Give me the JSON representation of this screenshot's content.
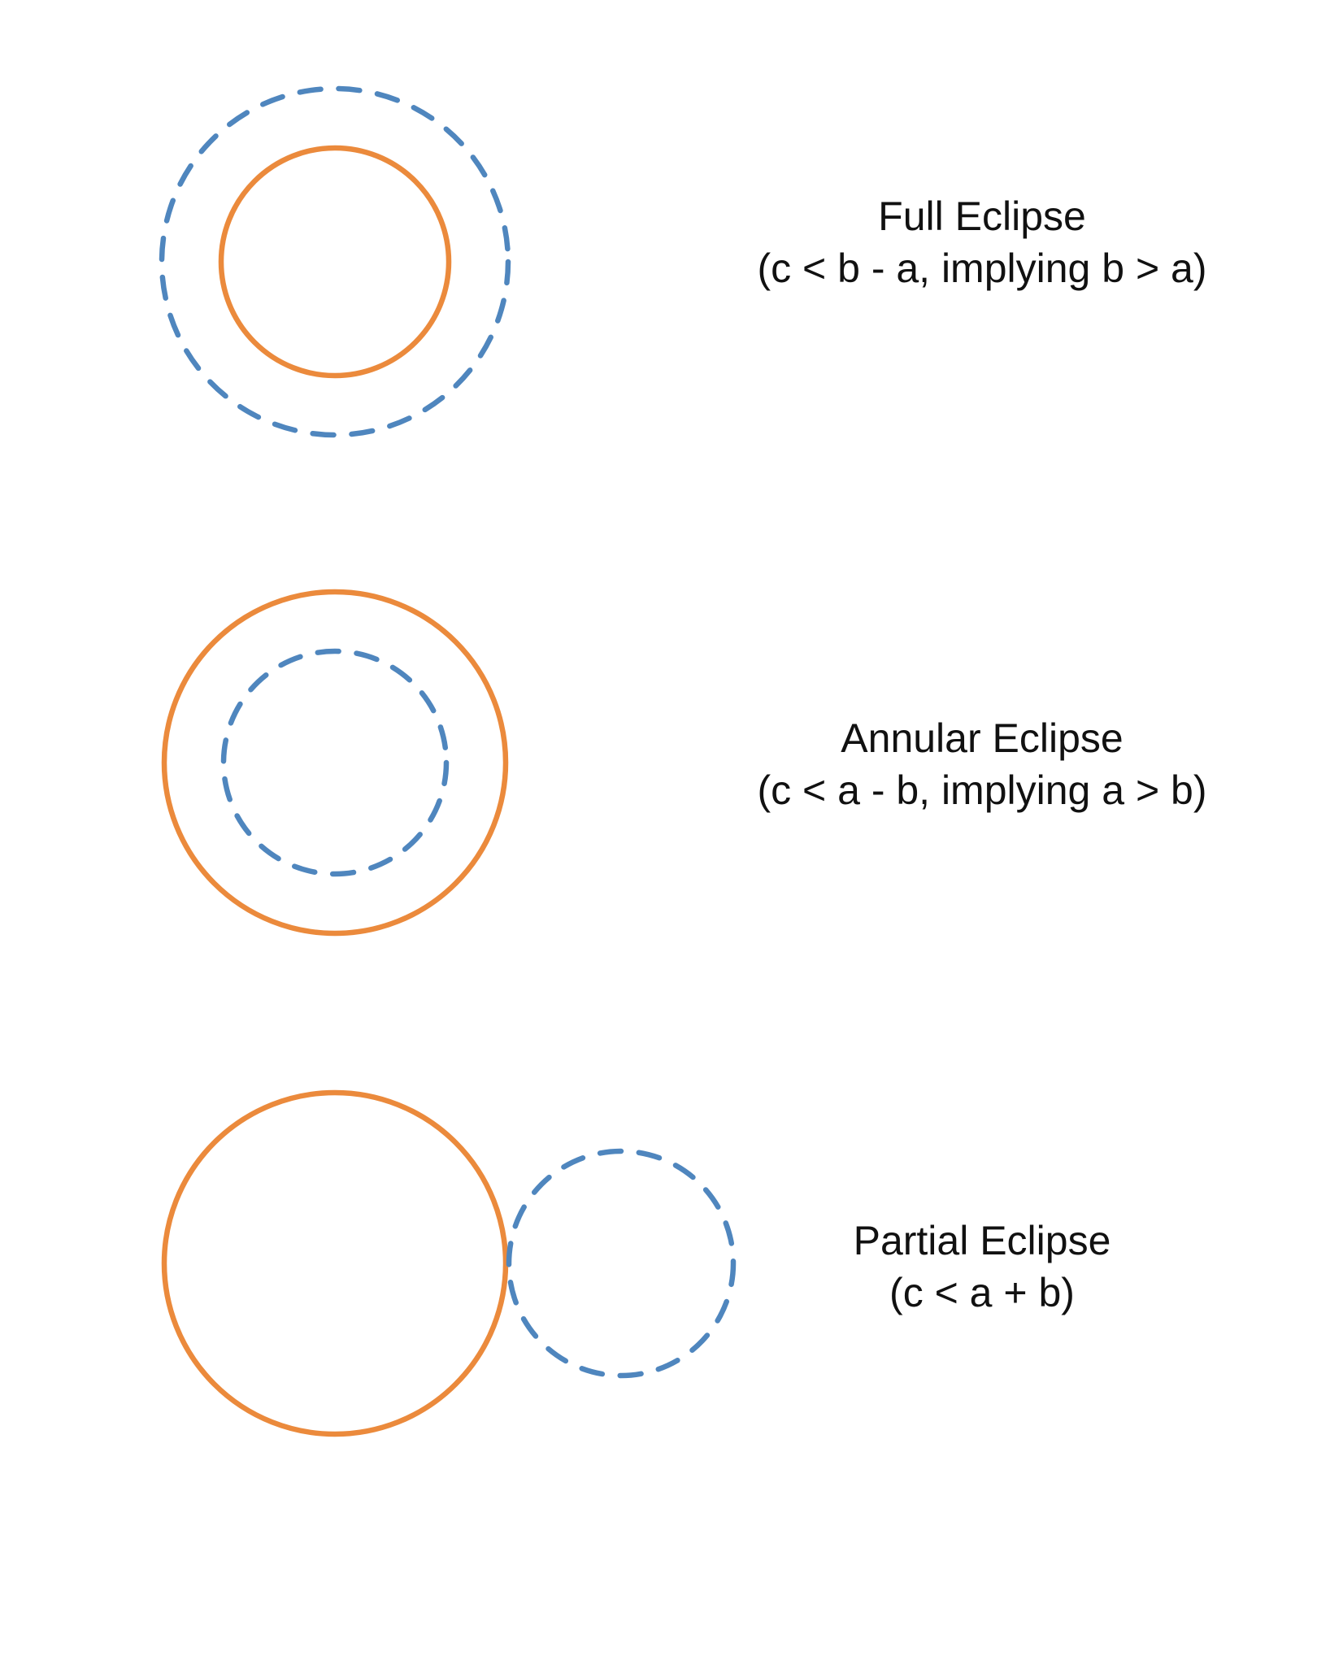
{
  "colors": {
    "orange_circle": "#EB8A3C",
    "blue_dashed_circle": "#4F86BE",
    "text": "#111111",
    "background": "#FFFFFF"
  },
  "panels": [
    {
      "title": "Full Eclipse",
      "condition": "(c < b - a, implying b > a)"
    },
    {
      "title": "Annular Eclipse",
      "condition": "(c < a - b, implying a > b)"
    },
    {
      "title": "Partial Eclipse",
      "condition": "(c < a + b)"
    }
  ]
}
